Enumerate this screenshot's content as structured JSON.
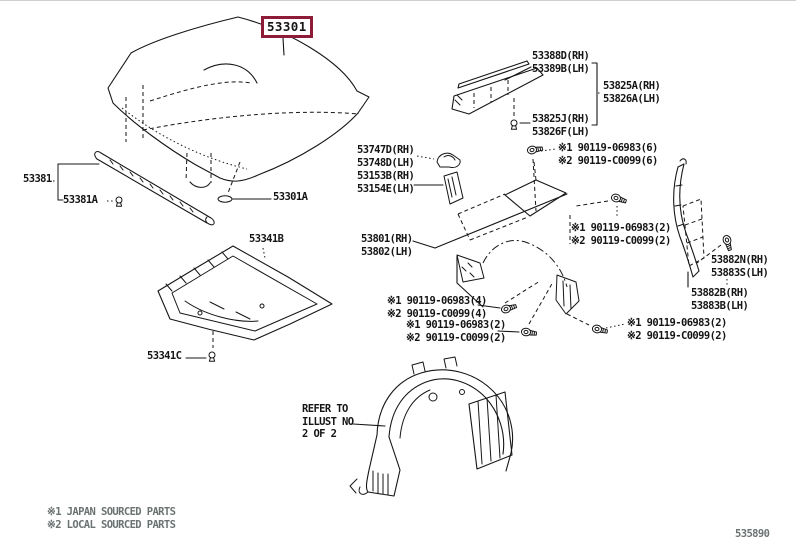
{
  "diagram": {
    "highlighted_part": "53301",
    "callouts": [
      {
        "lines": [
          "53301"
        ]
      },
      {
        "lines": [
          "53388D(RH)",
          "53389B(LH)"
        ]
      },
      {
        "lines": [
          "53825A(RH)",
          "53826A(LH)"
        ]
      },
      {
        "lines": [
          "53825J(RH)",
          "53826F(LH)"
        ]
      },
      {
        "lines": [
          "53747D(RH)",
          "53748D(LH)"
        ]
      },
      {
        "lines": [
          "53153B(RH)",
          "53154E(LH)"
        ]
      },
      {
        "lines": [
          "※1 90119-06983(6)",
          "※2 90119-C0099(6)"
        ]
      },
      {
        "lines": [
          "53801(RH)",
          "53802(LH)"
        ]
      },
      {
        "lines": [
          "※1 90119-06983(2)",
          "※2 90119-C0099(2)"
        ]
      },
      {
        "lines": [
          "53882N(RH)",
          "53883S(LH)"
        ]
      },
      {
        "lines": [
          "53882B(RH)",
          "53883B(LH)"
        ]
      },
      {
        "lines": [
          "※1 90119-06983(2)",
          "※2 90119-C0099(2)"
        ]
      },
      {
        "lines": [
          "※1 90119-06983(4)",
          "※2 90119-C0099(4)"
        ]
      },
      {
        "lines": [
          "※1 90119-06983(2)",
          "※2 90119-C0099(2)"
        ]
      },
      {
        "lines": [
          "53381"
        ]
      },
      {
        "lines": [
          "53381A"
        ]
      },
      {
        "lines": [
          "53301A"
        ]
      },
      {
        "lines": [
          "53341B"
        ]
      },
      {
        "lines": [
          "53341C"
        ]
      },
      {
        "lines": [
          "REFER TO",
          "ILLUST NO",
          "2 OF 2"
        ]
      }
    ],
    "footnotes": [
      "※1 JAPAN SOURCED PARTS",
      "※2 LOCAL SOURCED PARTS"
    ],
    "figure_code": "535890",
    "colors": {
      "highlight_box": "#8e1c38",
      "line": "#161616",
      "muted_text": "#6b7272"
    }
  }
}
